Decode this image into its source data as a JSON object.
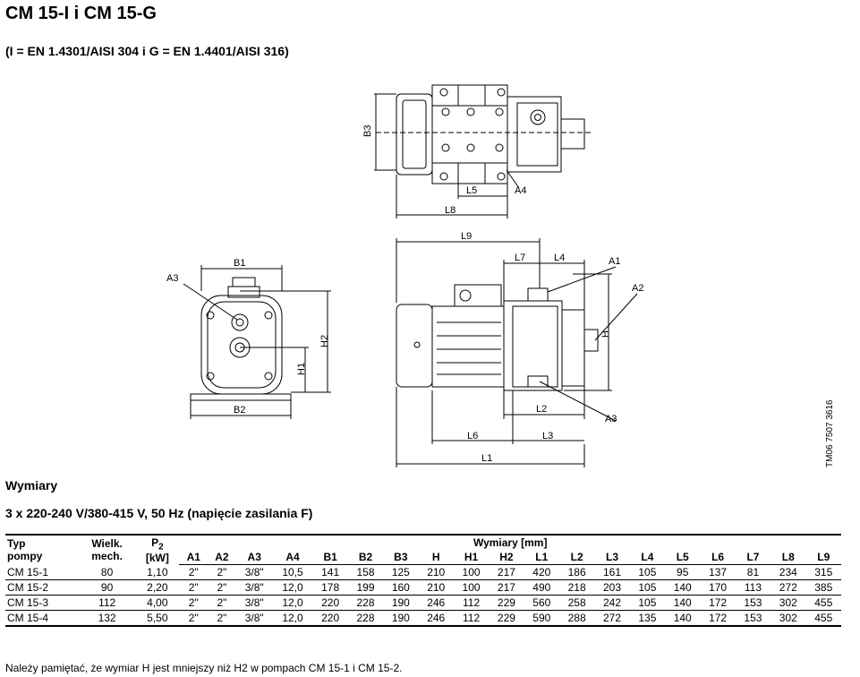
{
  "title": "CM 15-I i CM 15-G",
  "subtitle": "(I = EN 1.4301/AISI 304 i G = EN 1.4401/AISI 316)",
  "drawing": {
    "code": "TM06 7507 3616",
    "top_view_labels": {
      "b3": "B3",
      "l5": "L5",
      "a4": "A4",
      "l8": "L8"
    },
    "end_view_labels": {
      "b1": "B1",
      "a3": "A3",
      "h2": "H2",
      "h1": "H1",
      "b2": "B2"
    },
    "side_view_labels": {
      "l9": "L9",
      "l7": "L7",
      "l4": "L4",
      "a1": "A1",
      "a2": "A2",
      "h": "H",
      "l2": "L2",
      "a3": "A3",
      "l6": "L6",
      "l3": "L3",
      "l1": "L1"
    }
  },
  "section_title": "Wymiary",
  "voltage": "3 x 220-240 V/380-415 V, 50 Hz (napięcie zasilania F)",
  "table": {
    "type_label": [
      "Typ",
      "pompy"
    ],
    "mech_label": [
      "Wielk.",
      "mech."
    ],
    "power_label": {
      "p": "P",
      "sub": "2",
      "unit": "[kW]"
    },
    "group_label": "Wymiary [mm]",
    "columns": [
      "A1",
      "A2",
      "A3",
      "A4",
      "B1",
      "B2",
      "B3",
      "H",
      "H1",
      "H2",
      "L1",
      "L2",
      "L3",
      "L4",
      "L5",
      "L6",
      "L7",
      "L8",
      "L9"
    ],
    "rows": [
      [
        "CM 15-1",
        "80",
        "1,10",
        "2\"",
        "2\"",
        "3/8\"",
        "10,5",
        "141",
        "158",
        "125",
        "210",
        "100",
        "217",
        "420",
        "186",
        "161",
        "105",
        "95",
        "137",
        "81",
        "234",
        "315"
      ],
      [
        "CM 15-2",
        "90",
        "2,20",
        "2\"",
        "2\"",
        "3/8\"",
        "12,0",
        "178",
        "199",
        "160",
        "210",
        "100",
        "217",
        "490",
        "218",
        "203",
        "105",
        "140",
        "170",
        "113",
        "272",
        "385"
      ],
      [
        "CM 15-3",
        "112",
        "4,00",
        "2\"",
        "2\"",
        "3/8\"",
        "12,0",
        "220",
        "228",
        "190",
        "246",
        "112",
        "229",
        "560",
        "258",
        "242",
        "105",
        "140",
        "172",
        "153",
        "302",
        "455"
      ],
      [
        "CM 15-4",
        "132",
        "5,50",
        "2\"",
        "2\"",
        "3/8\"",
        "12,0",
        "220",
        "228",
        "190",
        "246",
        "112",
        "229",
        "590",
        "288",
        "272",
        "135",
        "140",
        "172",
        "153",
        "302",
        "455"
      ]
    ]
  },
  "note": "Należy pamiętać, że wymiar H jest mniejszy niż H2 w pompach CM 15-1 i CM 15-2."
}
